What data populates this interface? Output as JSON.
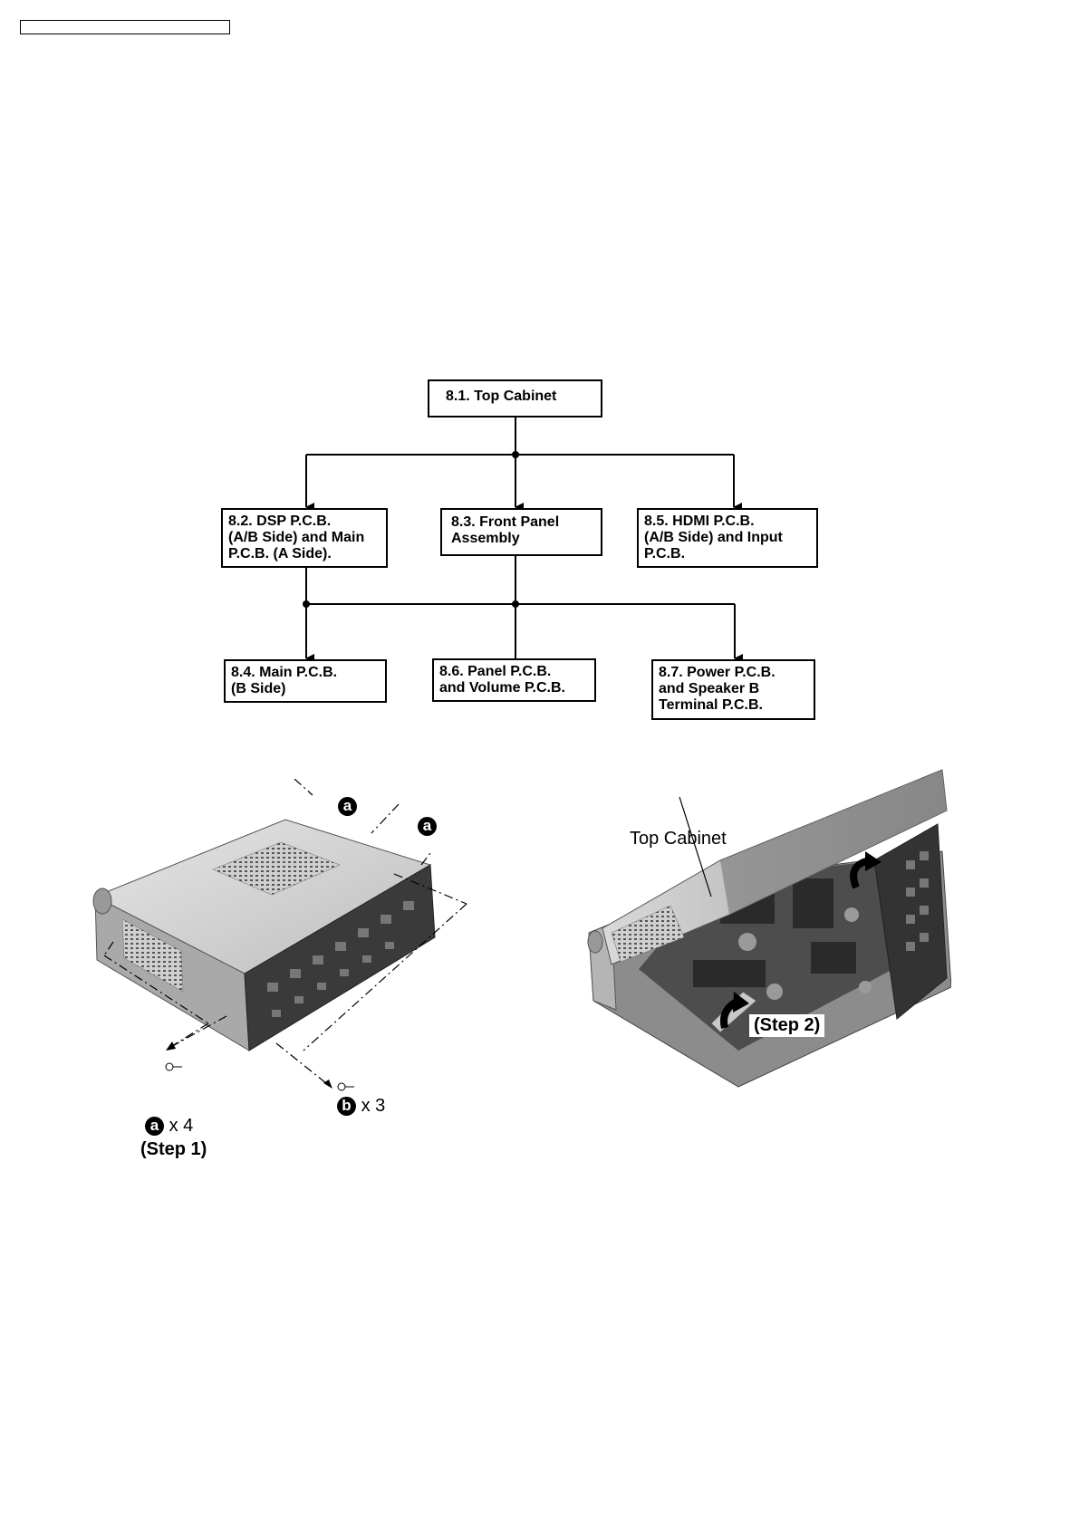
{
  "flow": {
    "top_cabinet": "8.1. Top Cabinet",
    "dsp_pcb": "8.2. DSP P.C.B.\n(A/B Side) and Main\nP.C.B. (A Side).",
    "front_panel": "8.3. Front Panel\n Assembly",
    "hdmi_pcb": "8.5. HDMI P.C.B.\n(A/B Side) and Input\nP.C.B.",
    "main_pcb_b": "8.4. Main P.C.B.\n(B Side)",
    "panel_pcb": "8.6. Panel P.C.B.\nand Volume P.C.B.",
    "power_pcb": "8.7. Power P.C.B.\nand Speaker B\nTerminal P.C.B."
  },
  "step1": {
    "screw_a_letter": "a",
    "screw_b_letter": "b",
    "screw_a_count": "x 4",
    "screw_b_count": "x 3",
    "step_label": "(Step 1)"
  },
  "step2": {
    "part_label": "Top Cabinet",
    "step_label": "(Step 2)"
  }
}
